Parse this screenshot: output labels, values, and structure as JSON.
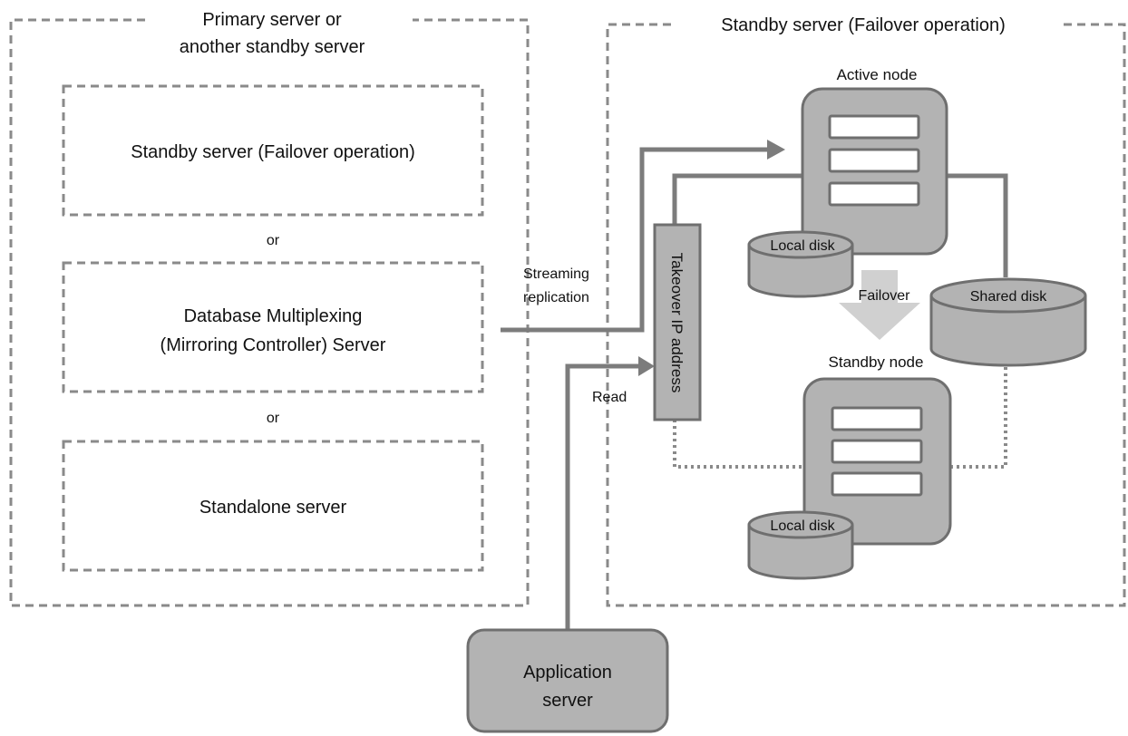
{
  "diagram": {
    "primary_group_title_line1": "Primary server or",
    "primary_group_title_line2": "another standby server",
    "standby_group_title": "Standby server (Failover operation)",
    "box_standby_failover": "Standby server (Failover operation)",
    "or_label_1": "or",
    "box_dbmux_line1": "Database Multiplexing",
    "box_dbmux_line2": "(Mirroring Controller) Server",
    "or_label_2": "or",
    "box_standalone": "Standalone server",
    "streaming_line1": "Streaming",
    "streaming_line2": "replication",
    "read_label": "Read",
    "takeover_ip": "Takeover IP address",
    "active_node_label": "Active node",
    "standby_node_label": "Standby node",
    "local_disk_active": "Local disk",
    "local_disk_standby": "Local disk",
    "shared_disk": "Shared disk",
    "failover_label": "Failover",
    "app_server_line1": "Application",
    "app_server_line2": "server"
  },
  "colors": {
    "node_fill": "#b3b3b3",
    "outline": "#6f6f6f",
    "connector": "#7c7c7c",
    "dashed_border": "#8a8a8a",
    "failover_arrow": "#d0d0d0"
  }
}
